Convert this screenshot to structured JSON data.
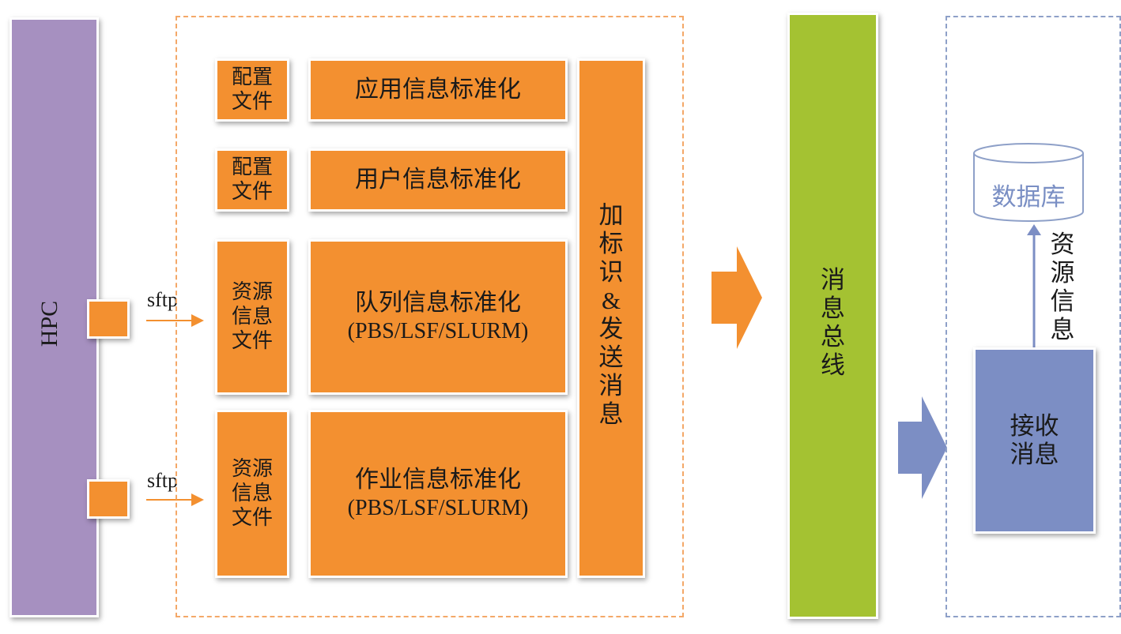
{
  "colors": {
    "hpc": "#a690c0",
    "orange": "#f39030",
    "bus": "#a4c232",
    "blue": "#7c8ec4",
    "arrow_orange": "#f39030",
    "db_text": "#7a8fc4",
    "db_stroke": "#8ea0c8"
  },
  "hpc": {
    "label": "HPC"
  },
  "sftp_labels": [
    "sftp",
    "sftp"
  ],
  "config_files": [
    "配置文件",
    "配置文件",
    "资源信息文件",
    "资源信息文件"
  ],
  "standardizers": [
    {
      "title": "应用信息标准化",
      "sub": ""
    },
    {
      "title": "用户信息标准化",
      "sub": ""
    },
    {
      "title": "队列信息标准化",
      "sub": "(PBS/LSF/SLURM)"
    },
    {
      "title": "作业信息标准化",
      "sub": "(PBS/LSF/SLURM)"
    }
  ],
  "tag_send": {
    "chars": [
      "加",
      "标",
      "识",
      "&",
      "发",
      "送",
      "消",
      "息"
    ]
  },
  "bus": {
    "chars": [
      "消",
      "息",
      "总",
      "线"
    ]
  },
  "receiver": {
    "label_line1": "接收",
    "label_line2": "消息"
  },
  "database": {
    "label": "数据库"
  },
  "resource_info": {
    "chars": [
      "资",
      "源",
      "信",
      "息"
    ]
  }
}
